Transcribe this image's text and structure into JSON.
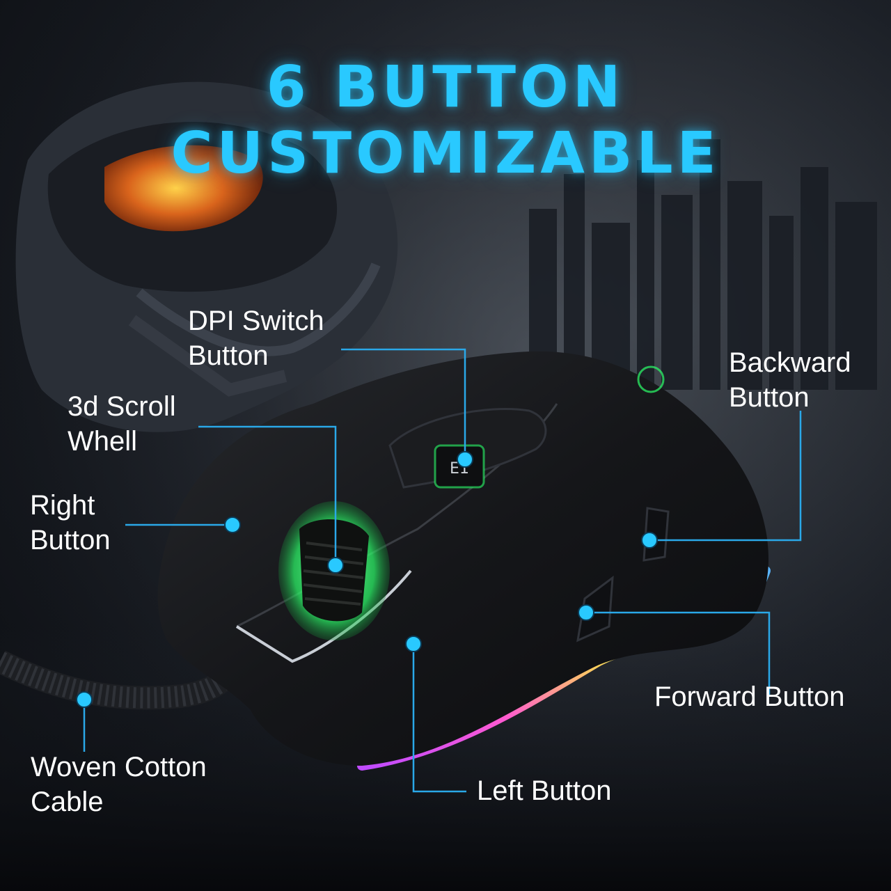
{
  "title": "6 BUTTON CUSTOMIZABLE",
  "callouts": {
    "dpi": {
      "line1": "DPI Switch",
      "line2": "Button"
    },
    "scroll": {
      "line1": "3d Scroll",
      "line2": "Whell"
    },
    "right": {
      "line1": "Right",
      "line2": "Button"
    },
    "backward": {
      "line1": "Backward",
      "line2": "Button"
    },
    "forward": {
      "line1": "Forward Button"
    },
    "left": {
      "line1": "Left Button"
    },
    "cable": {
      "line1": "Woven Cotton",
      "line2": "Cable"
    }
  },
  "colors": {
    "accent": "#29c9ff",
    "callout_line": "#2aa8e8",
    "wheel_glow": "#2cff6a"
  },
  "mouse": {
    "dpi_button_label": "E1"
  }
}
